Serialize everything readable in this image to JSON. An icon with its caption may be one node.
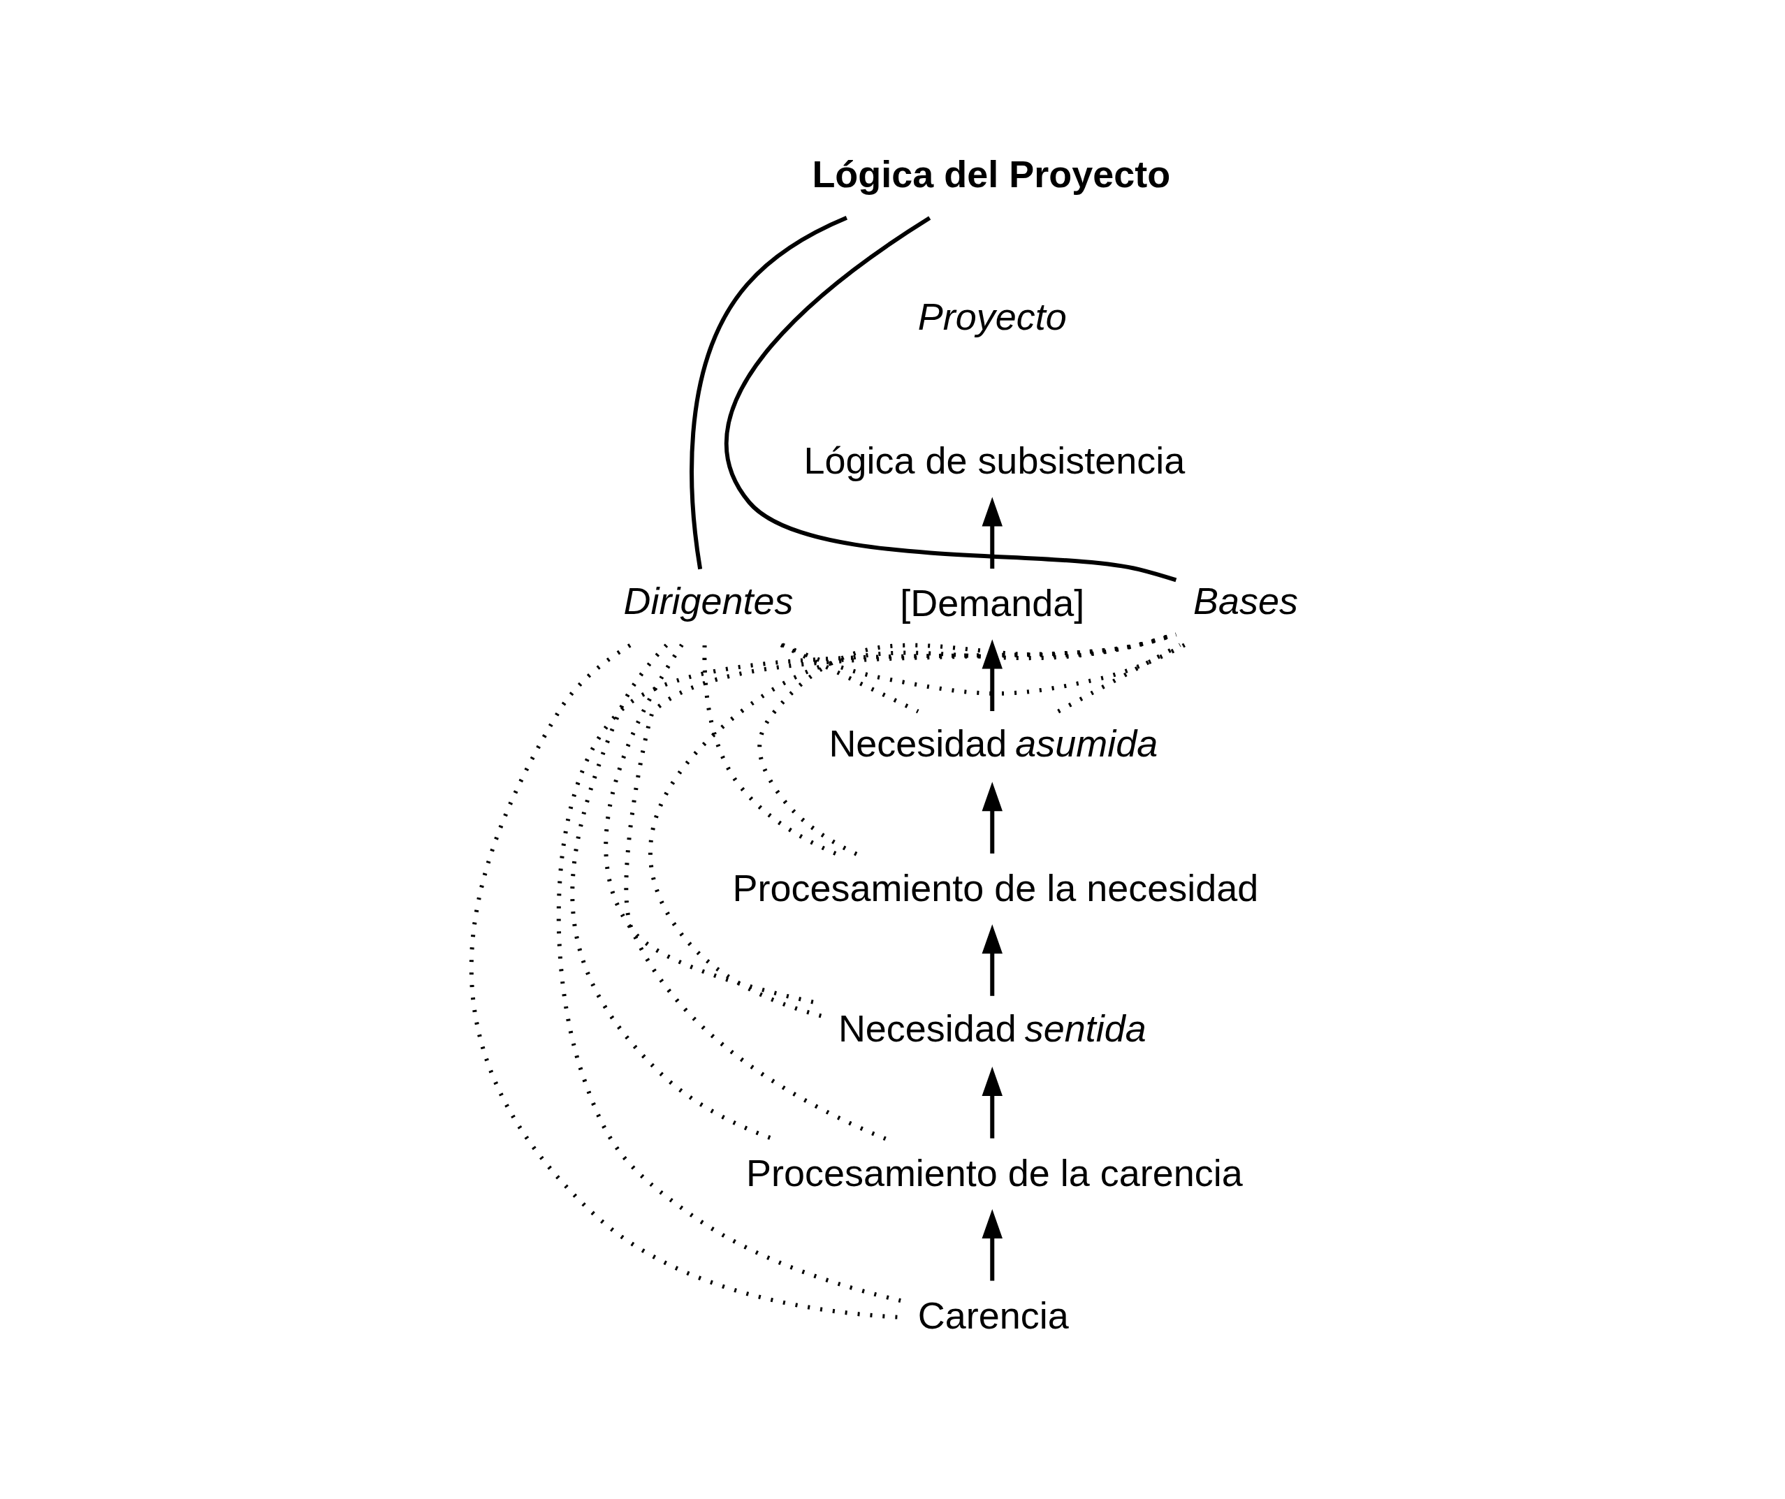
{
  "diagram": {
    "nodes": [
      {
        "text": [
          "Lógica del Proyecto"
        ]
      },
      {
        "text": [
          "Lógica de subsistencia"
        ]
      },
      {
        "text": [
          "[Demanda]"
        ]
      },
      {
        "text": [
          "Dirigentes"
        ]
      },
      {
        "text": [
          "Bases"
        ]
      },
      {
        "text": [
          "Necesidad *asumida*"
        ]
      },
      {
        "text": [
          "Procesamiento de la necesidad"
        ]
      },
      {
        "text": [
          "Necesidad *sentida*"
        ]
      },
      {
        "text": [
          "Procesamiento de la carencia"
        ]
      },
      {
        "text": [
          "Carencia"
        ]
      }
    ],
    "edges": [
      {
        "from": 9,
        "to": 8,
        "arrow": "to"
      },
      {
        "from": 8,
        "to": 7,
        "arrow": "to"
      },
      {
        "from": 7,
        "to": 6,
        "arrow": "to"
      },
      {
        "from": 6,
        "to": 5,
        "arrow": "to"
      },
      {
        "from": 5,
        "to": 2,
        "arrow": "to"
      },
      {
        "from": 2,
        "to": 1,
        "arrow": "to"
      },
      {
        "from": 3,
        "to": 0,
        "arrow": "none"
      },
      {
        "from": 0,
        "to": 4,
        "arrow": "none"
      },
      {
        "from": 3,
        "to": 4,
        "arrow": "none",
        "style": "dashed"
      },
      {
        "from": 3,
        "to": 5,
        "arrow": "none",
        "style": "dashed"
      },
      {
        "from": 5,
        "to": 4,
        "arrow": "none",
        "style": "dashed"
      },
      {
        "from": 3,
        "to": 6,
        "arrow": "none",
        "style": "dashed"
      },
      {
        "from": 6,
        "to": 4,
        "arrow": "none",
        "style": "dashed"
      },
      {
        "from": 3,
        "to": 7,
        "arrow": "none",
        "style": "dashed"
      },
      {
        "from": 7,
        "to": 4,
        "arrow": "none",
        "style": "dashed"
      },
      {
        "from": 3,
        "to": 8,
        "arrow": "none",
        "style": "dashed"
      },
      {
        "from": 8,
        "to": 4,
        "arrow": "none",
        "style": "dashed"
      },
      {
        "from": 3,
        "to": 9,
        "arrow": "none",
        "style": "dashed"
      },
      {
        "from": 9,
        "to": 4,
        "arrow": "none",
        "style": "dashed"
      }
    ],
    "labels": [
      "Proyecto"
    ]
  }
}
